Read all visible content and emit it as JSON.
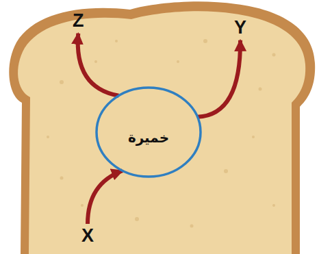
{
  "diagram": {
    "nodes": [
      {
        "text": [
          "Z"
        ]
      },
      {
        "text": [
          "Y"
        ]
      },
      {
        "text": [
          "خميرة"
        ]
      },
      {
        "text": [
          "X"
        ]
      }
    ],
    "edges": [
      {
        "from": 3,
        "to": 2,
        "arrow": "to"
      },
      {
        "from": 2,
        "to": 0,
        "arrow": "to"
      },
      {
        "from": 2,
        "to": 1,
        "arrow": "to"
      }
    ]
  }
}
